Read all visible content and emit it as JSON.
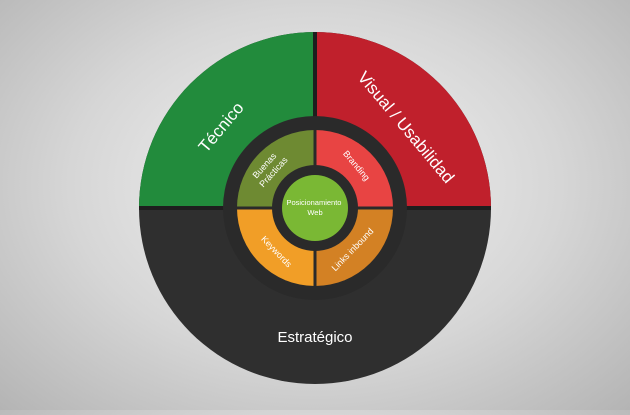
{
  "colors": {
    "background": "#cfcfcf",
    "dark": "#2f2f2f",
    "divider": "#1e1e1e",
    "tecnico": "#228b3c",
    "visual": "#c0202c",
    "buenas_practicas": "#6e8a32",
    "branding": "#e84443",
    "keywords": "#f19e27",
    "links": "#d38124",
    "center": "#7ab834"
  },
  "diagram": {
    "outer": {
      "tecnico": "Técnico",
      "visual": "Visual / Usabilidad",
      "estrategico": "Estratégico"
    },
    "inner": {
      "buenas_line1": "Buenas",
      "buenas_line2": "Prácticas",
      "branding": "Branding",
      "keywords": "Keywords",
      "links": "Links inbound"
    },
    "center": {
      "line1": "Posicionamiento",
      "line2": "Web"
    }
  }
}
